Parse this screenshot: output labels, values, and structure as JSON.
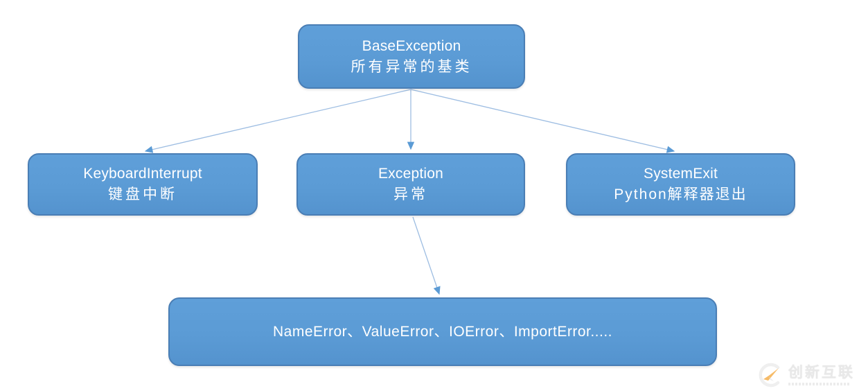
{
  "colors": {
    "node_fill": "#5b9bd5",
    "node_border": "#4a7eb5",
    "node_text": "#ffffff",
    "arrow_line": "#9dbde2",
    "arrow_head": "#5b9bd5",
    "watermark_orange": "#f3a73b",
    "watermark_grey": "#e7e7e7",
    "background": "#ffffff"
  },
  "diagram": {
    "nodes": {
      "base": {
        "title": "BaseException",
        "subtitle": "所有异常的基类"
      },
      "keyboard_interrupt": {
        "title": "KeyboardInterrupt",
        "subtitle": "键盘中断"
      },
      "exception": {
        "title": "Exception",
        "subtitle": "异常"
      },
      "system_exit": {
        "title": "SystemExit",
        "subtitle": "Python解释器退出"
      },
      "subclasses": {
        "title": "NameError、ValueError、IOError、ImportError....."
      }
    },
    "edges": [
      {
        "from": "base",
        "to": "keyboard_interrupt"
      },
      {
        "from": "base",
        "to": "exception"
      },
      {
        "from": "base",
        "to": "system_exit"
      },
      {
        "from": "exception",
        "to": "subclasses"
      }
    ]
  },
  "watermark": {
    "brand": "创新互联"
  }
}
